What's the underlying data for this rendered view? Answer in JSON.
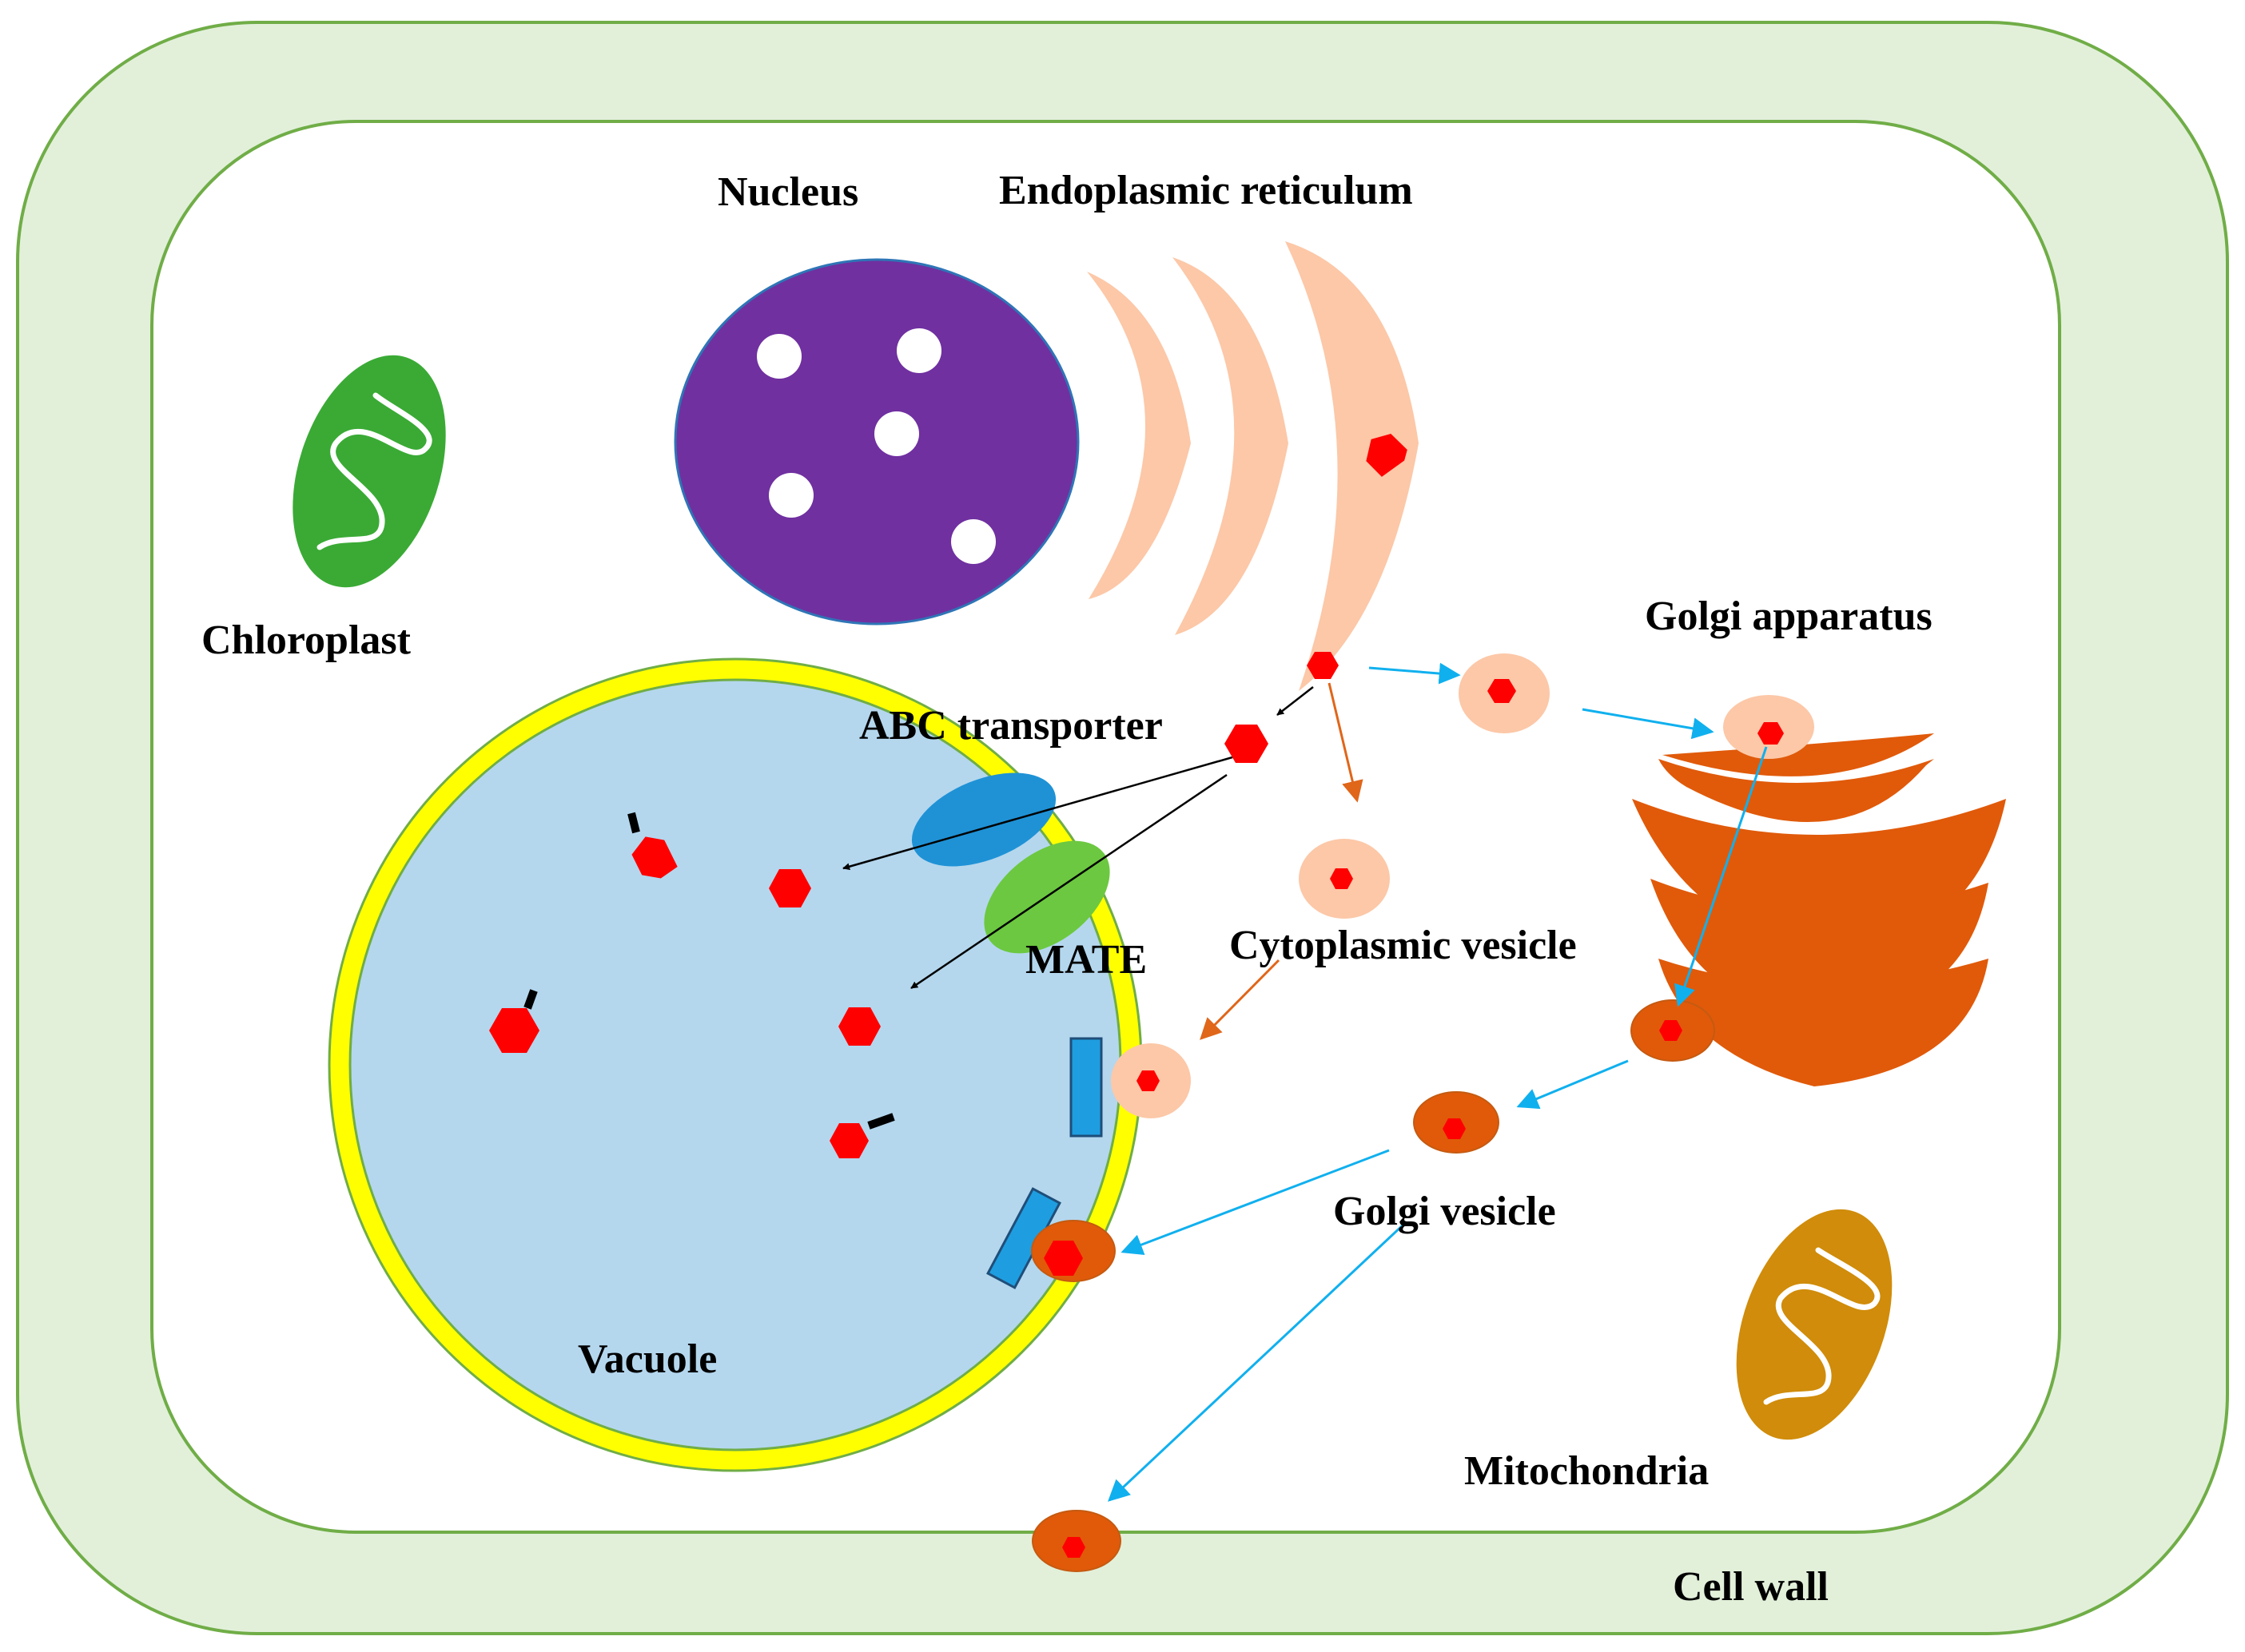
{
  "labels": {
    "nucleus": "Nucleus",
    "er": "Endoplasmic reticulum",
    "chloroplast": "Chloroplast",
    "golgi_apparatus": "Golgi apparatus",
    "abc_transporter": "ABC transporter",
    "mate": "MATE",
    "cytoplasmic_vesicle": "Cytoplasmic vesicle",
    "golgi_vesicle": "Golgi vesicle",
    "vacuole": "Vacuole",
    "mitochondria": "Mitochondria",
    "cell_wall": "Cell wall"
  },
  "colors": {
    "cell_wall_fill": "#e2f0da",
    "outline_green": "#70ad47",
    "nucleus": "#7030a0",
    "er": "#fcc8a8",
    "golgi": "#e05a0a",
    "chloroplast": "#3aaa35",
    "mitochondria": "#d08c0a",
    "vacuole_fill": "#b4d7ee",
    "tonoplast": "#ffff00",
    "abc_transporter": "#1f92d6",
    "mate": "#6cc840",
    "channel": "#1e9ee0",
    "molecule": "#ff0000",
    "arrow_black": "#000000",
    "arrow_blue": "#10b0ee",
    "arrow_orange": "#e0661a"
  }
}
